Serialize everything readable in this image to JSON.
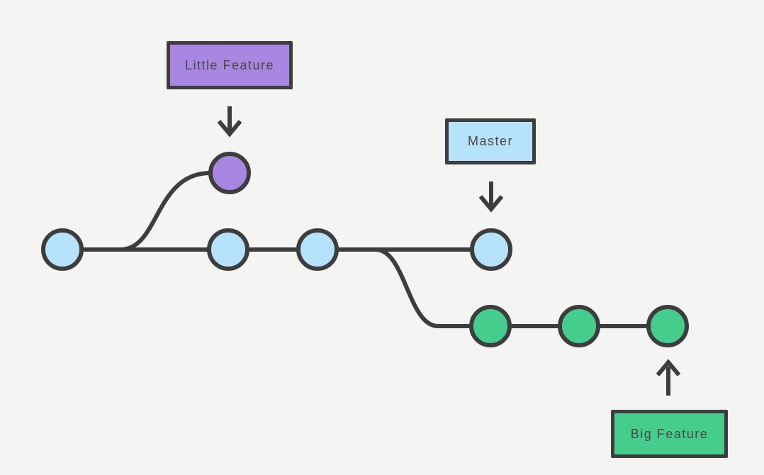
{
  "colors": {
    "background": "#f4f4f3",
    "stroke": "#3d3d3d",
    "text": "#4a4a4a",
    "purple": "#a787e1",
    "blue": "#b6e2fc",
    "green": "#44cd8d"
  },
  "labels": {
    "little_feature": "Little Feature",
    "master": "Master",
    "big_feature": "Big Feature"
  },
  "diagram": {
    "type": "git-branch-graph",
    "branches": [
      {
        "name": "Master",
        "color": "#b6e2fc",
        "commit_count": 4,
        "pointer": "down-arrow"
      },
      {
        "name": "Little Feature",
        "color": "#a787e1",
        "commit_count": 1,
        "forked_from": "Master",
        "pointer": "down-arrow"
      },
      {
        "name": "Big Feature",
        "color": "#44cd8d",
        "commit_count": 3,
        "forked_from": "Master",
        "pointer": "up-arrow"
      }
    ]
  }
}
